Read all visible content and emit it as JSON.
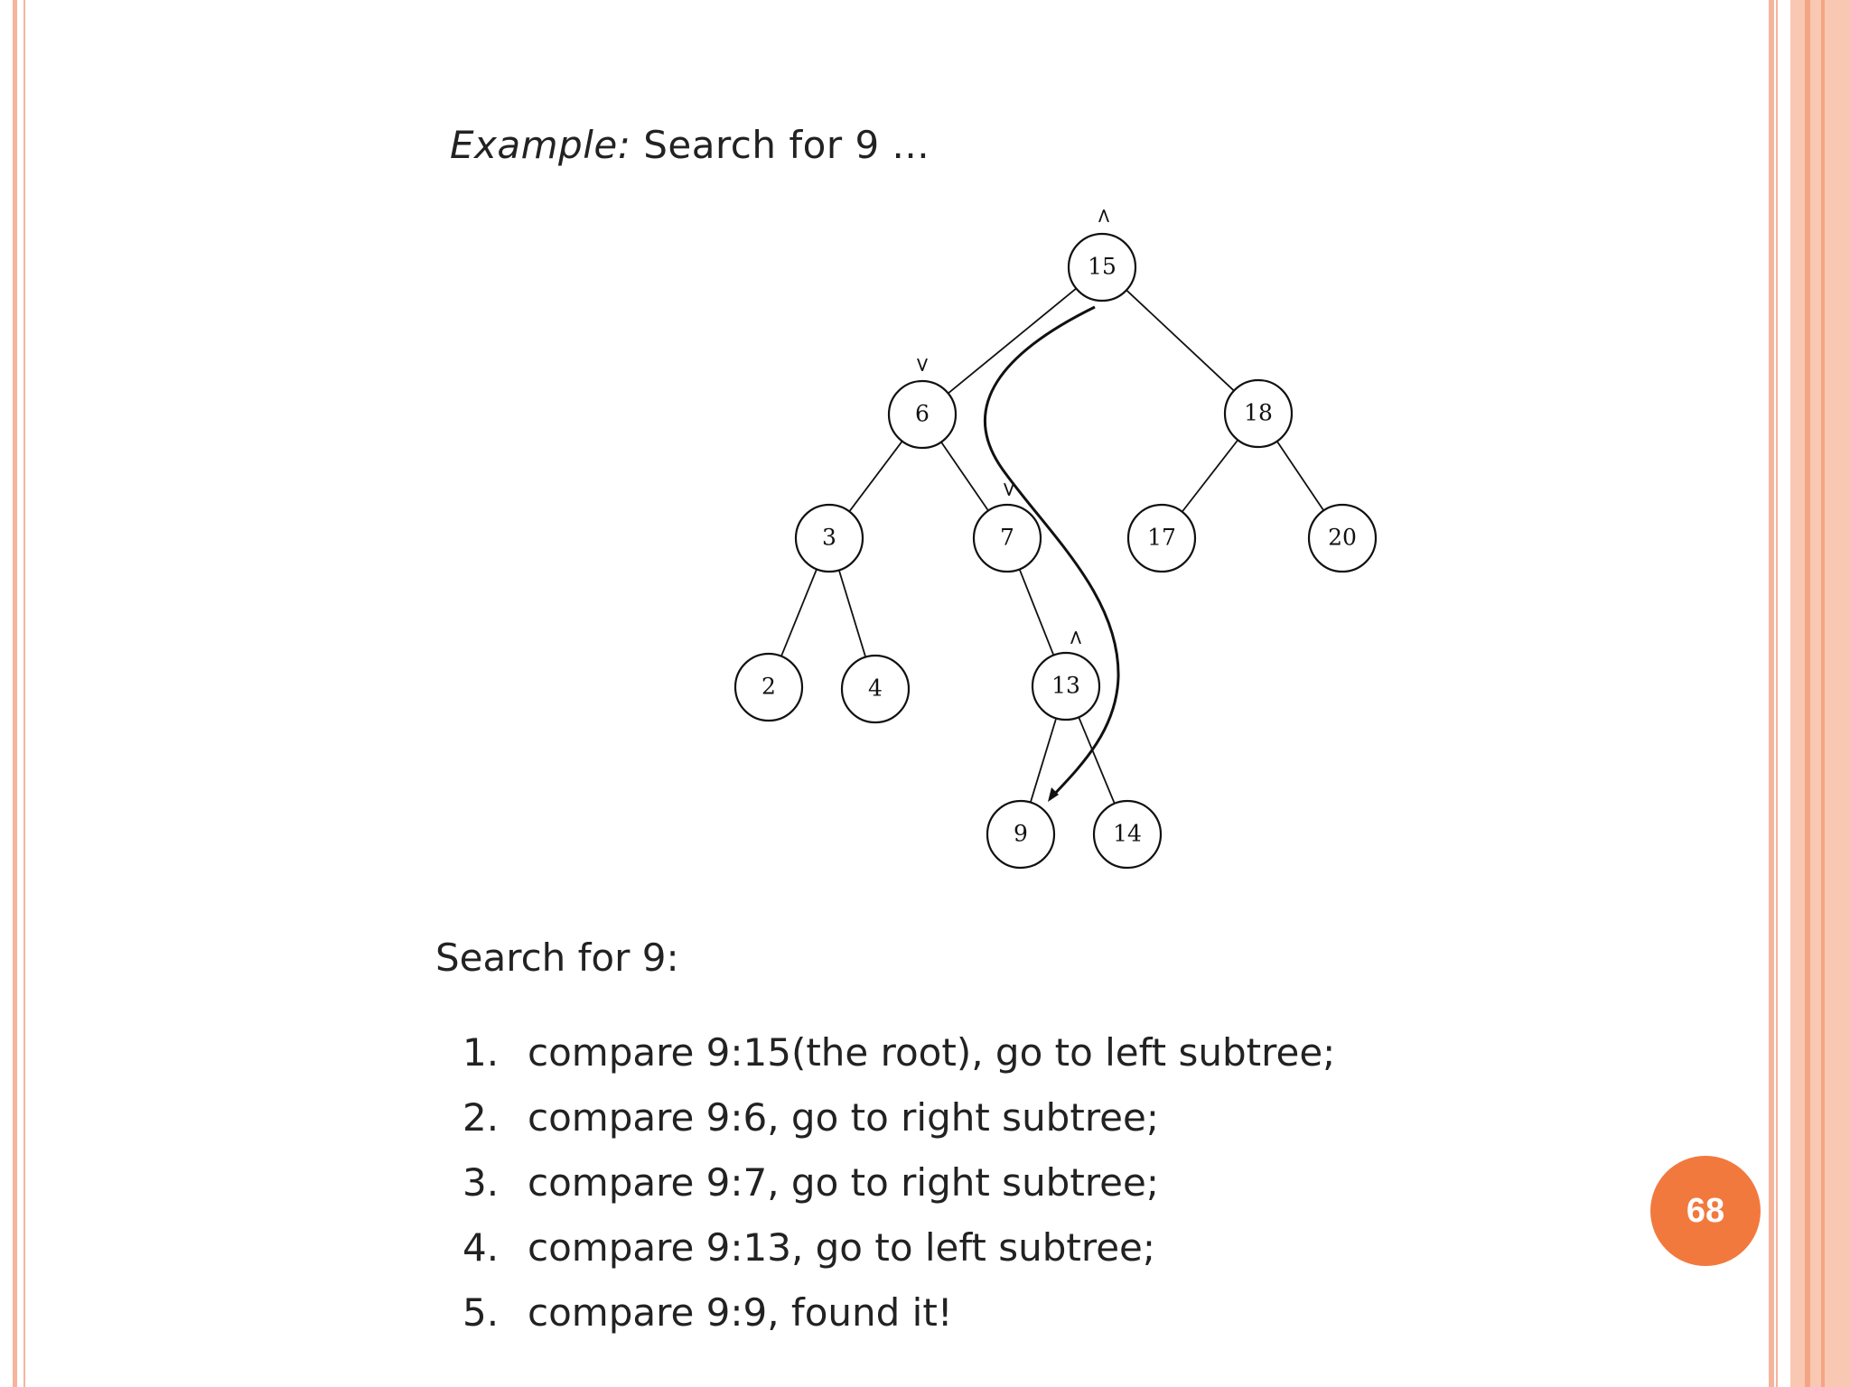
{
  "slide": {
    "title_emphasis": "Example:",
    "title_rest": " Search for 9 ...",
    "page_number": "68",
    "colors": {
      "accent": "#f2793d",
      "border": "#f6b49c"
    }
  },
  "tree": {
    "nodes": [
      {
        "id": "15",
        "label": "15"
      },
      {
        "id": "6",
        "label": "6"
      },
      {
        "id": "18",
        "label": "18"
      },
      {
        "id": "3",
        "label": "3"
      },
      {
        "id": "7",
        "label": "7"
      },
      {
        "id": "17",
        "label": "17"
      },
      {
        "id": "20",
        "label": "20"
      },
      {
        "id": "2",
        "label": "2"
      },
      {
        "id": "4",
        "label": "4"
      },
      {
        "id": "13",
        "label": "13"
      },
      {
        "id": "9",
        "label": "9"
      },
      {
        "id": "14",
        "label": "14"
      }
    ],
    "edges": [
      [
        "15",
        "6"
      ],
      [
        "15",
        "18"
      ],
      [
        "6",
        "3"
      ],
      [
        "6",
        "7"
      ],
      [
        "18",
        "17"
      ],
      [
        "18",
        "20"
      ],
      [
        "3",
        "2"
      ],
      [
        "3",
        "4"
      ],
      [
        "7",
        "13"
      ],
      [
        "13",
        "9"
      ],
      [
        "13",
        "14"
      ]
    ],
    "comparison_marks": [
      {
        "node": "15",
        "symbol": "<"
      },
      {
        "node": "6",
        "symbol": ">"
      },
      {
        "node": "7",
        "symbol": ">"
      },
      {
        "node": "13",
        "symbol": "<"
      }
    ]
  },
  "search": {
    "heading": "Search for 9:",
    "steps": [
      {
        "num": "1.",
        "text": "compare 9:15(the root), go to left subtree;"
      },
      {
        "num": "2.",
        "text": "compare 9:6, go to right subtree;"
      },
      {
        "num": "3.",
        "text": "compare 9:7, go to right subtree;"
      },
      {
        "num": "4.",
        "text": "compare 9:13, go to left subtree;"
      },
      {
        "num": "5.",
        "text": "compare 9:9, found it!"
      }
    ]
  }
}
